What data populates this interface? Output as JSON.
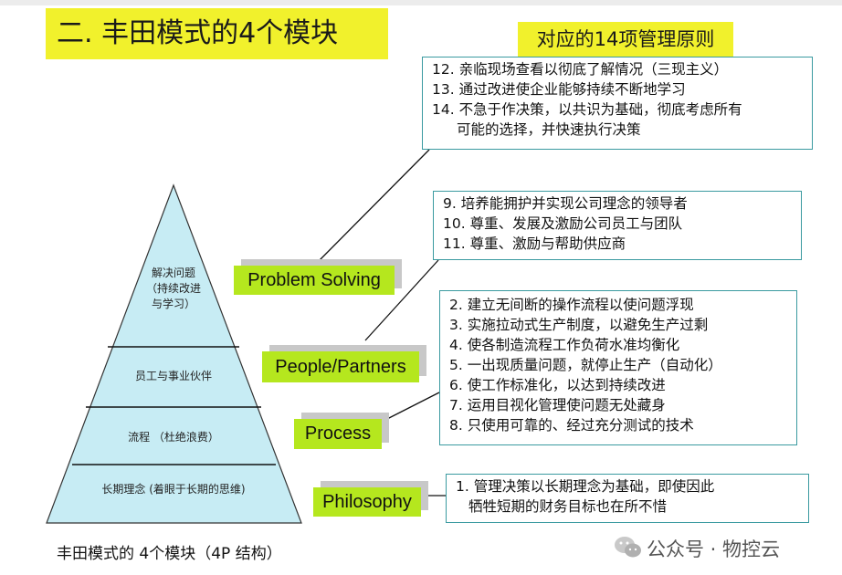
{
  "title": "二. 丰田模式的4个模块",
  "principles_header": "对应的14项管理原则",
  "pyramid": {
    "top_label_lines": [
      "解决问题",
      "（持续改进",
      "与学习）"
    ],
    "layer2_label": "员工与事业伙伴",
    "layer3_label": "流程 （杜绝浪费）",
    "bottom_label": "长期理念 (着眼于长期的思维)"
  },
  "tags": {
    "problem_solving": "Problem  Solving",
    "people_partners": "People/Partners",
    "process": "Process",
    "philosophy": "Philosophy"
  },
  "principle_groups": {
    "problem_solving": [
      "12. 亲临现场查看以彻底了解情况（三现主义）",
      "13. 通过改进使企业能够持续不断地学习",
      "14. 不急于作决策，以共识为基础，彻底考虑所有",
      "可能的选择，并快速执行决策"
    ],
    "people_partners": [
      "9.   培养能拥护并实现公司理念的领导者",
      "10. 尊重、发展及激励公司员工与团队",
      "11. 尊重、激励与帮助供应商"
    ],
    "process": [
      "2. 建立无间断的操作流程以使问题浮现",
      "3. 实施拉动式生产制度，以避免生产过剩",
      "4. 使各制造流程工作负荷水准均衡化",
      "5.  一出现质量问题，就停止生产（自动化）",
      "6. 使工作标准化，以达到持续改进",
      "7. 运用目视化管理使问题无处藏身",
      "8. 只使用可靠的、经过充分测试的技术"
    ],
    "philosophy": [
      "1. 管理决策以长期理念为基础，即使因此",
      "牺牲短期的财务目标也在所不惜"
    ]
  },
  "caption": "丰田模式的  4个模块（4P 结构）",
  "watermark": "公众号 · 物控云",
  "colors": {
    "highlight_yellow": "#f1f12c",
    "tag_green": "#b5e71e",
    "pyramid_fill": "#c7ecf4",
    "box_border": "#3a9aa0"
  }
}
